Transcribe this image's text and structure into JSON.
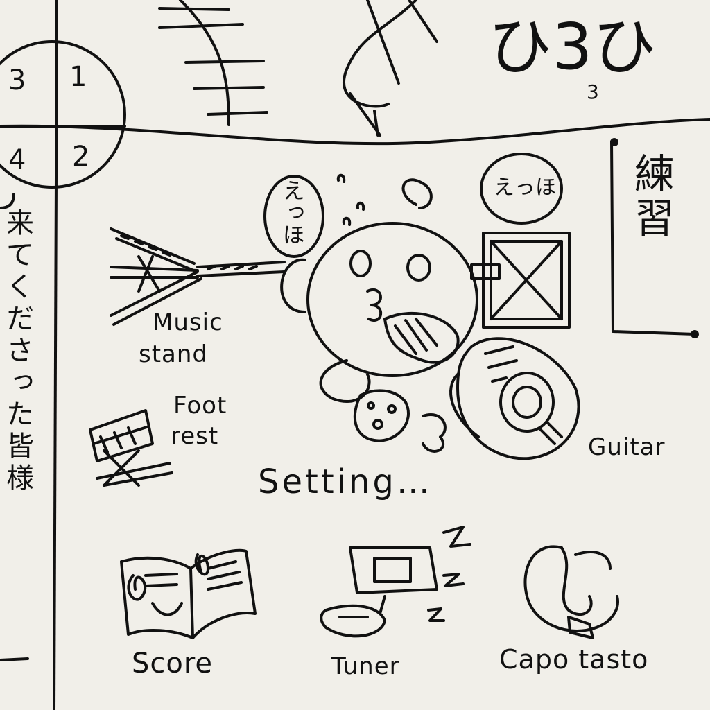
{
  "panel_numbers": [
    "3",
    "1",
    "4",
    "2"
  ],
  "top_strip": {
    "face_text": "ひ3ひ",
    "page_number": "3"
  },
  "side_text": "来てくださった皆様",
  "practice_box": {
    "text": "練習"
  },
  "bubbles": [
    {
      "text": "えっほ"
    },
    {
      "text": "えっほ"
    }
  ],
  "labels": {
    "music_stand": [
      "Music",
      "stand"
    ],
    "foot_rest": [
      "Foot",
      "rest"
    ],
    "guitar": "Guitar",
    "setting": "Setting…",
    "score": "Score",
    "tuner": "Tuner",
    "capo": "Capo tasto"
  },
  "colors": {
    "paper": "#f1efe9",
    "ink": "#111111"
  }
}
